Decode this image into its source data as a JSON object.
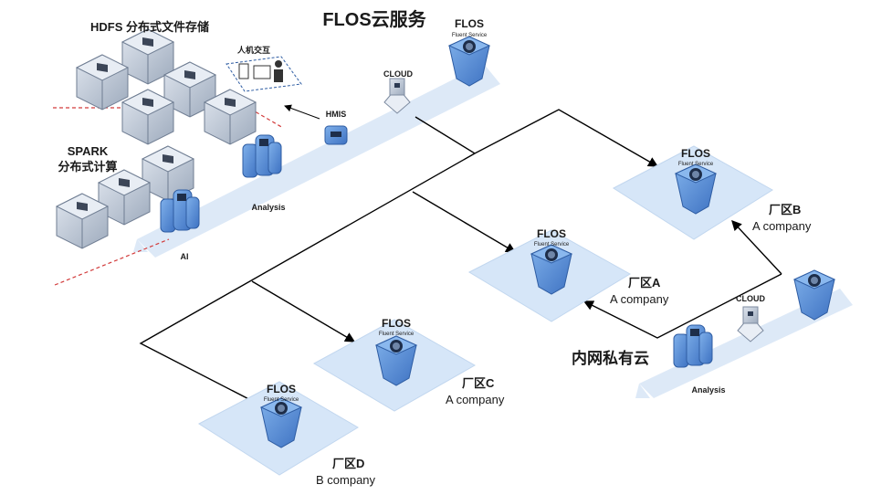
{
  "title": "FLOS云服务",
  "hdfs_label": "HDFS 分布式文件存储",
  "spark_label_line1": "SPARK",
  "spark_label_line2": "分布式计算",
  "human_interaction": "人机交互",
  "hmis": "HMIS",
  "cloud_top": "CLOUD",
  "cloud_right": "CLOUD",
  "analysis_top": "Analysis",
  "analysis_right": "Analysis",
  "ai": "AI",
  "flos_name": "FLOS",
  "flos_sub": "Fluent Service",
  "private_cloud": "内网私有云",
  "zones": [
    {
      "zone": "厂区B",
      "company": "A company"
    },
    {
      "zone": "厂区A",
      "company": "A company"
    },
    {
      "zone": "厂区C",
      "company": "A company"
    },
    {
      "zone": "厂区D",
      "company": "B company"
    }
  ],
  "colors": {
    "platform": "#d6e6f8",
    "node_blue": "#5b8fd6",
    "node_dark": "#3a6cb8",
    "server_gray": "#b9c4d2",
    "link": "#000000",
    "red_dash": "#d23b3b"
  }
}
